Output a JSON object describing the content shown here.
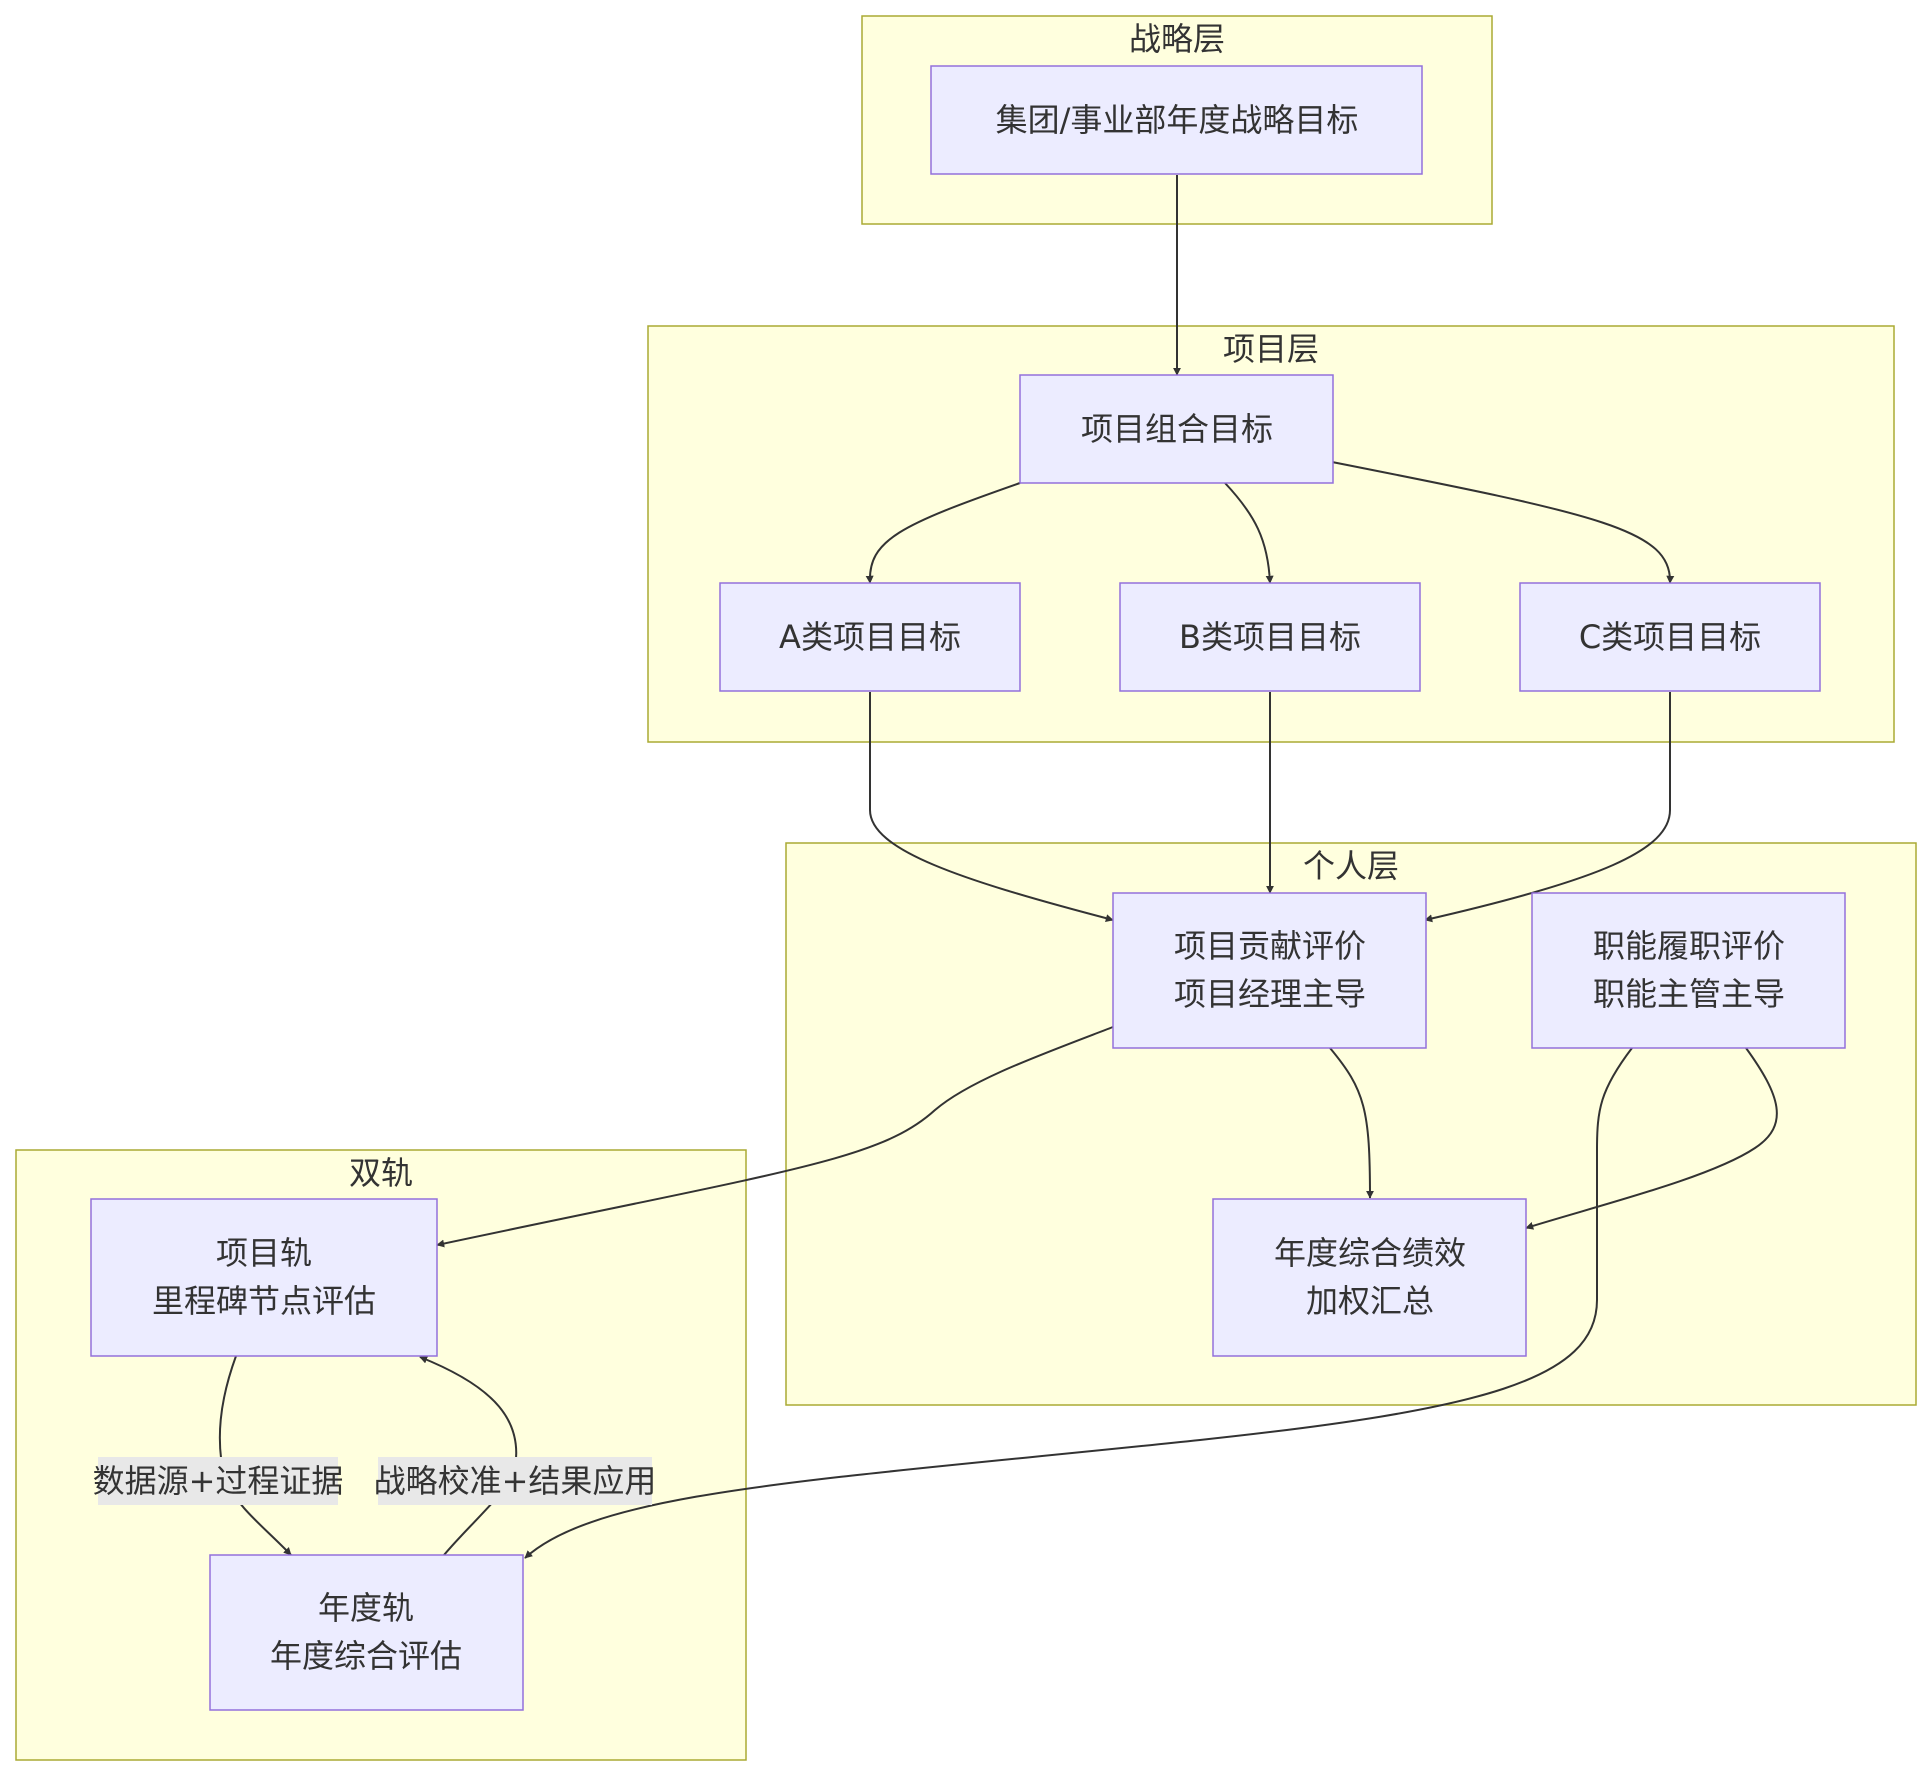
{
  "clusters": {
    "strategy": {
      "title": "战略层"
    },
    "project": {
      "title": "项目层"
    },
    "personal": {
      "title": "个人层"
    },
    "dual": {
      "title": "双轨"
    }
  },
  "nodes": {
    "group_goal": {
      "lines": [
        "集团/事业部年度战略目标"
      ]
    },
    "portfolio_goal": {
      "lines": [
        "项目组合目标"
      ]
    },
    "a_goal": {
      "lines": [
        "A类项目目标"
      ]
    },
    "b_goal": {
      "lines": [
        "B类项目目标"
      ]
    },
    "c_goal": {
      "lines": [
        "C类项目目标"
      ]
    },
    "contribution_eval": {
      "lines": [
        "项目贡献评价",
        "项目经理主导"
      ]
    },
    "function_eval": {
      "lines": [
        "职能履职评价",
        "职能主管主导"
      ]
    },
    "annual_perf": {
      "lines": [
        "年度综合绩效",
        "加权汇总"
      ]
    },
    "project_track": {
      "lines": [
        "项目轨",
        "里程碑节点评估"
      ]
    },
    "annual_track": {
      "lines": [
        "年度轨",
        "年度综合评估"
      ]
    }
  },
  "edge_labels": {
    "data_source": "数据源+过程证据",
    "calibration": "战略校准+结果应用"
  }
}
